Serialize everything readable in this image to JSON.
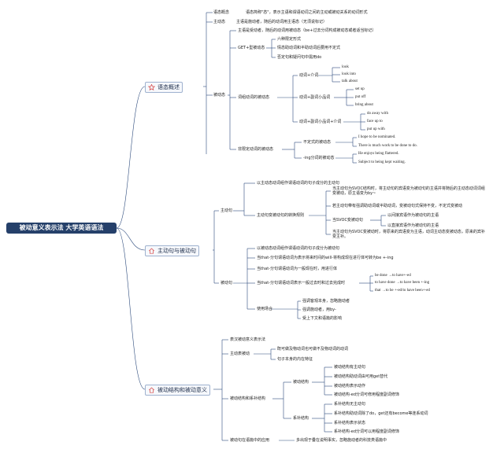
{
  "root": {
    "label": "被动意义表示法 大学英语语法"
  },
  "b1": {
    "label": "语态概述",
    "icon": "star-icon",
    "def": {
      "label": "语态概念",
      "text": "语态简称\"态\"，表示主语和谓语动词之间的主动或被动关系的动词形式"
    },
    "zhu": {
      "label": "主动态",
      "text": "主语是施动者，随后的动词用主语态（无须说标记）"
    },
    "bei": {
      "label": "被动态",
      "text": "主语是受动者，随后的动词用被动态（be+过去分词构成被动态或者适当标记）",
      "get": {
        "label": "GET+型被动态",
        "items": [
          "六种限定形式",
          "情态助动词和半助动词后要用不定式",
          "否定句和疑问句中需用do"
        ]
      },
      "phr": {
        "label": "词组动词的被动态",
        "g1": {
          "label": "动词+介词",
          "items": [
            "look",
            "look into",
            "talk about"
          ]
        },
        "g2": {
          "label": "动词+副词小品词",
          "items": [
            "set up",
            "put off",
            "bring about"
          ]
        },
        "g3": {
          "label": "动词+副词小品词+介词",
          "items": [
            "do away with",
            "face up to",
            "put up with"
          ]
        }
      },
      "nf": {
        "label": "非限定动词的被动态",
        "g1": {
          "label": "不定式的被动态",
          "items": [
            "I hope to be nominated.",
            "There is much work to be done to do."
          ]
        },
        "g2": {
          "label": "-ing分词的被动态",
          "items": [
            "He enjoys being flattered.",
            "Subject to being kept waiting."
          ]
        }
      }
    }
  },
  "b2": {
    "label": "主动句与被动句",
    "icon": "house-icon",
    "zd": {
      "label": "主动句",
      "top": "以主动态动词组作谓语动词的句子成分的主动句",
      "tr": {
        "label": "主动句变被动句的转换规则",
        "a": "当主动句为SVOC结构时，将主动句的宾语变为被动句的主语并将随后的主动态动词词组变被动，原主语变为by~",
        "b": "若主动句带有强调助动词或半助动词，变被动句式保持不变，不定式变被动",
        "c": {
          "label": "当SVOC变被动句",
          "items": [
            "以间接宾语作为被动句的主语",
            "以直接宾语作为被动句的主语"
          ]
        },
        "d": "当主动句为SVOC变被动时，将原来的宾语变为主语，动词主动态变被动态，原来的宾补变主补。"
      }
    },
    "bd": {
      "label": "被动句",
      "items": [
        "以被动态动词组作谓语动词的句子成分为被动句",
        "当that-分句谓语动词为表示将来时间的will-将构成现在进行体可转为be +-ing",
        "当that-分句谓语动词为一般现在时，用进行体"
      ],
      "g": {
        "label": "当that-分句谓语动词表示一般过去时和过去完成时",
        "items": [
          "be done →to have+-ed",
          "to have done →to have been +-ing",
          "that →to be +-ed/to have been+-ed"
        ]
      },
      "use": {
        "label": "使用场合",
        "items": [
          "强调客观本身，忽略施动者",
          "强调施动者，用by-",
          "受上下文和语篇的影响"
        ]
      }
    }
  },
  "b3": {
    "label": "被动结构和被动意义",
    "icon": "house-icon",
    "a": "表汉被动意义表示法",
    "zb": {
      "label": "主动表被动",
      "items": [
        "既可做及物动词也可做不及物动词的动词",
        "句子本身的内在特征"
      ]
    },
    "jg": {
      "label": "被动结构和系补结构",
      "g1": {
        "label": "被动结构",
        "items": [
          "被动结构有主动句",
          "被动结构助动词由可用get替代",
          "被动结构表示动作",
          "被动结构-ed分词可修用程度副词修饰"
        ]
      },
      "g2": {
        "label": "系补结构",
        "items": [
          "系补结构无主动句",
          "系补结构助动词除了do，get还有become等连系动词",
          "系补结构表示状态",
          "系补结构-ed分词可以用程度副词修饰"
        ]
      }
    },
    "yp": {
      "label": "被动句在语篇中的应用",
      "text": "多出现于叠在说明事实，忽略施动者的科技类语篇中"
    }
  },
  "colors": {
    "root": "#25406a",
    "lines": "#2c4a7c",
    "icon": "#d64545"
  }
}
